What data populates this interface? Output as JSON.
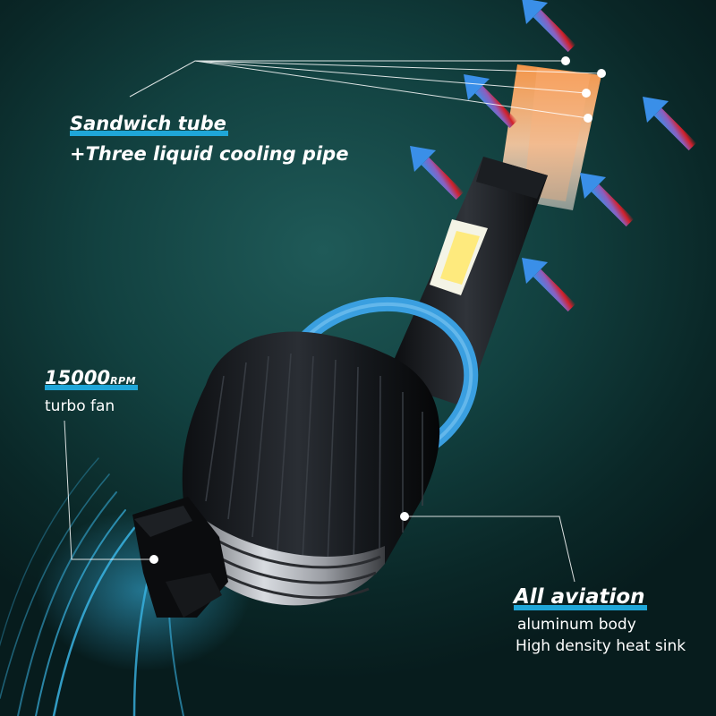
{
  "callouts": {
    "sandwich": {
      "title": "Sandwich tube",
      "subtitle": "+Three liquid cooling pipe"
    },
    "rpm": {
      "value": "15000",
      "unit": "RPM",
      "subtitle": "turbo fan"
    },
    "aluminum": {
      "title": "All aviation",
      "line1": "aluminum body",
      "line2": "High density heat sink"
    }
  },
  "colors": {
    "background": "#124140",
    "accent": "#1fa6d8",
    "halo_ring": "#3a9fe0",
    "hot_arrow": "#d2202a",
    "cool_arrow": "#3a8fe8",
    "copper_pipe": "#f0a068"
  },
  "icons": {
    "arrows": "airflow-arrow-icon",
    "fan": "fan-airflow-waves"
  }
}
